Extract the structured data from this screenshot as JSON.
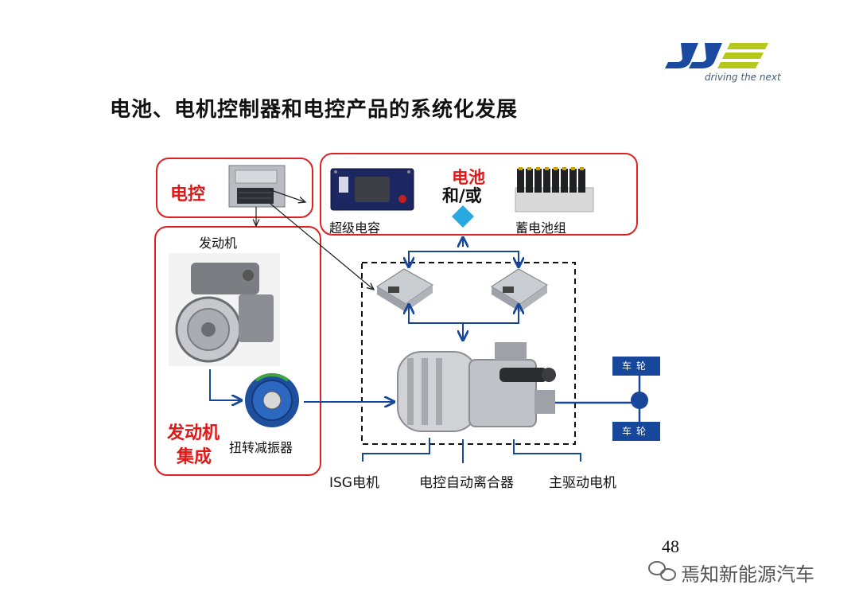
{
  "logo": {
    "tagline": "driving the next",
    "colors": {
      "blue": "#1a4aa0",
      "green": "#b7c81c"
    }
  },
  "title": "电池、电机控制器和电控产品的系统化发展",
  "panels": {
    "ecu": {
      "label": "电控"
    },
    "battery": {
      "label": "电池",
      "or_text": "和/或",
      "supercap_label": "超级电容",
      "battery_pack_label": "蓄电池组"
    },
    "engine": {
      "engine_label": "发动机",
      "damper_label": "扭转减振器",
      "integration_label_1": "发动机",
      "integration_label_2": "集成"
    }
  },
  "drive": {
    "isg_label": "ISG电机",
    "clutch_label": "电控自动离合器",
    "main_motor_label": "主驱动电机"
  },
  "wheels": {
    "top": "车轮",
    "bottom": "车轮"
  },
  "page_number": "48",
  "watermark": "焉知新能源汽车",
  "colors": {
    "red": "#e02020",
    "navy": "#17479a",
    "diamond": "#2aa8e0"
  }
}
